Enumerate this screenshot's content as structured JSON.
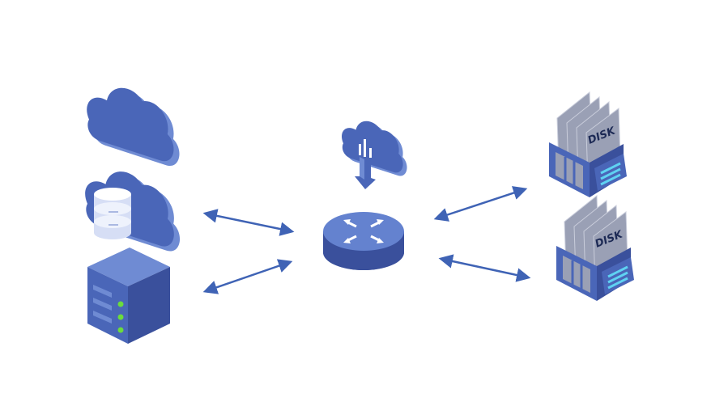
{
  "diagram": {
    "nodes": [
      {
        "id": "cloud",
        "icon": "cloud-icon"
      },
      {
        "id": "cloud-database",
        "icon": "cloud-database-icon"
      },
      {
        "id": "server",
        "icon": "server-icon"
      },
      {
        "id": "cloud-download",
        "icon": "cloud-download-icon"
      },
      {
        "id": "router",
        "icon": "router-icon"
      },
      {
        "id": "disk-storage-1",
        "icon": "disk-storage-icon",
        "label": "DISK"
      },
      {
        "id": "disk-storage-2",
        "icon": "disk-storage-icon",
        "label": "DISK"
      }
    ],
    "edges": [
      {
        "from": "cloud-database",
        "to": "router",
        "direction": "both"
      },
      {
        "from": "server",
        "to": "router",
        "direction": "both"
      },
      {
        "from": "router",
        "to": "disk-storage-1",
        "direction": "both"
      },
      {
        "from": "router",
        "to": "disk-storage-2",
        "direction": "both"
      }
    ],
    "colors": {
      "primary": "#4a66b8",
      "light": "#6f8bd3",
      "dark": "#3a509c",
      "arrow": "#3f63b5",
      "led": "#6bdc3c",
      "vent": "#5fd2f2",
      "disk": "#9aa0b5"
    }
  }
}
